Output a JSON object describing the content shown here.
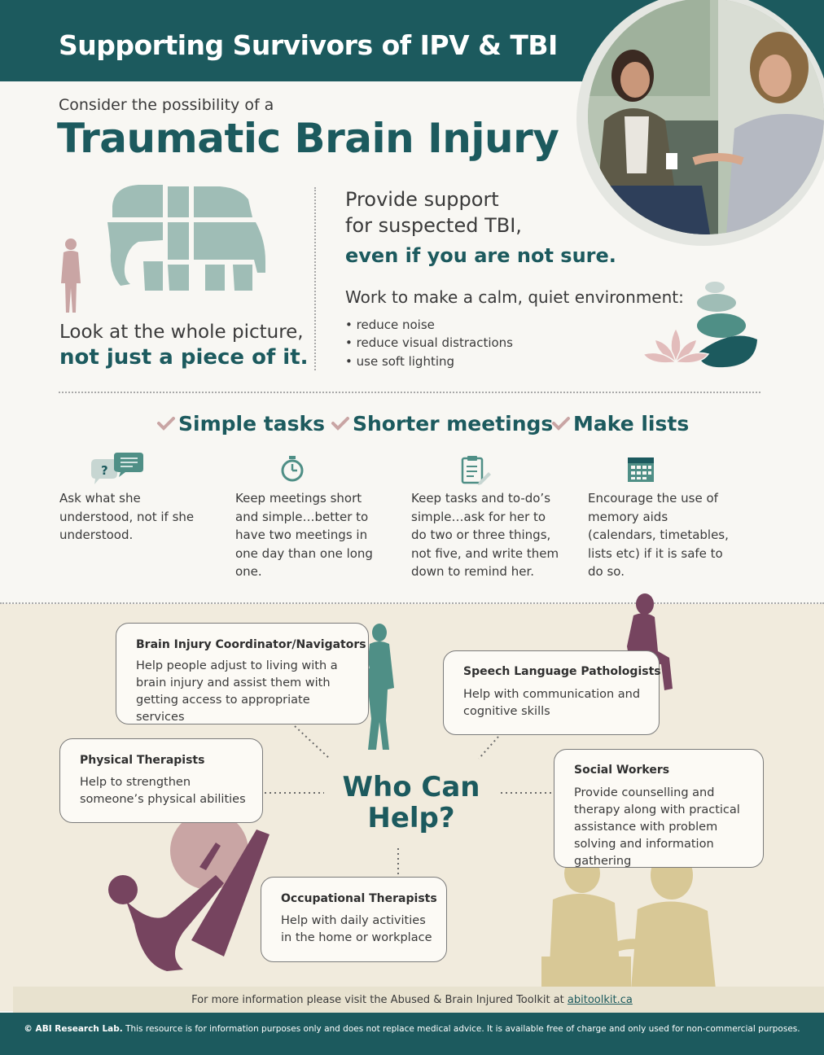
{
  "header": {
    "title": "Supporting Survivors of IPV & TBI"
  },
  "intro": {
    "consider": "Consider the possibility of a",
    "title": "Traumatic Brain Injury"
  },
  "picture": {
    "line1": "Look at the whole picture,",
    "line2": "not just a piece of it."
  },
  "support": {
    "line1": "Provide support",
    "line2": "for suspected TBI,",
    "emphasis": "even if you are not sure.",
    "environment": "Work to make a calm, quiet environment:",
    "bullets": [
      "reduce noise",
      "reduce visual distractions",
      "use soft lighting"
    ]
  },
  "checklist": [
    "Simple tasks",
    "Shorter meetings",
    "Make lists"
  ],
  "tips": [
    {
      "icon": "speech-bubbles-icon",
      "text": "Ask what she understood, not if she understood."
    },
    {
      "icon": "stopwatch-icon",
      "text": "Keep meetings short and simple…better to have two meetings in one day than one long one."
    },
    {
      "icon": "clipboard-icon",
      "text": "Keep tasks and to-do’s simple…ask for her to do two or three things, not five, and write them down to remind her."
    },
    {
      "icon": "calendar-icon",
      "text": "Encourage the use of memory aids (calendars, timetables, lists etc) if it is safe to do so."
    }
  ],
  "who_can_help": {
    "title_line1": "Who Can",
    "title_line2": "Help?",
    "roles": [
      {
        "title": "Brain Injury Coordinator/Navigators",
        "text": "Help people adjust to living with a brain injury and assist them with getting access to appropriate services"
      },
      {
        "title": "Speech Language Pathologists",
        "text": "Help with communication and cognitive skills"
      },
      {
        "title": "Physical Therapists",
        "text": "Help to strengthen someone’s physical abilities"
      },
      {
        "title": "Social Workers",
        "text": "Provide counselling and therapy along with practical assistance with problem solving and information gathering"
      },
      {
        "title": "Occupational Therapists",
        "text": "Help with daily activities in the home or workplace"
      }
    ]
  },
  "info": {
    "text": "For more information please visit the Abused & Brain Injured Toolkit at ",
    "link": "abitoolkit.ca"
  },
  "footer": {
    "org": "© ABI Research Lab.",
    "text": " This resource is for information purposes only and does not replace medical advice. It is available free of charge and only used for non-commercial purposes."
  },
  "colors": {
    "teal": "#1c5a5e",
    "sage": "#9fbdb6",
    "mauve": "#c9a5a4",
    "plum": "#76445f",
    "tan": "#d8c896",
    "cream": "#f1ebdd"
  }
}
